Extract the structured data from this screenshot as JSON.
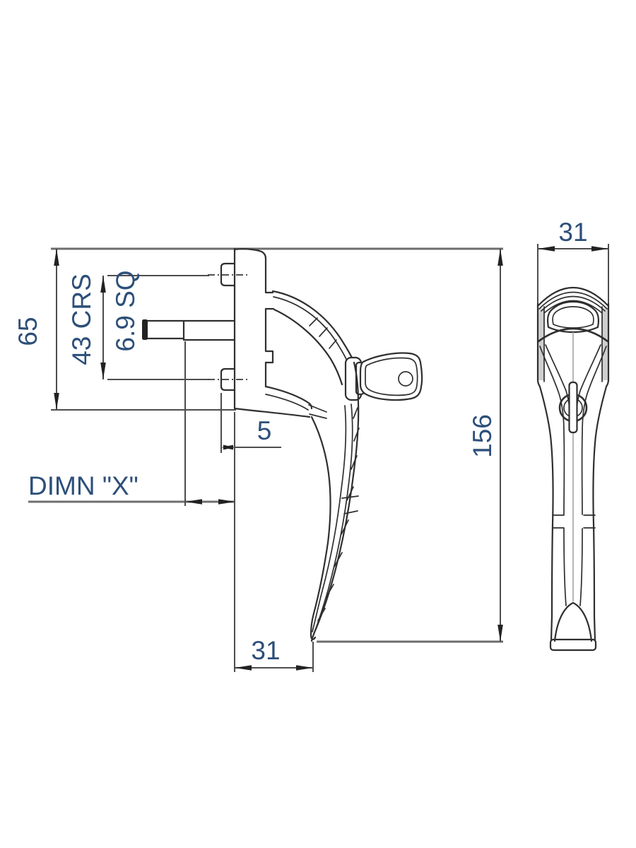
{
  "drawing": {
    "type": "technical-drawing",
    "subject": "window-espagnolette-handle",
    "line_color": "#2f2f2f",
    "dim_text_color": "#2d4f79",
    "dimensions": {
      "plate_height": "65",
      "fixing_centres": "43 CRS",
      "spindle_square": "6.9 SQ",
      "boss_projection": "5",
      "spindle_length_label": "DIMN \"X\"",
      "base_depth": "31",
      "overall_length": "156",
      "handle_width": "31"
    }
  }
}
